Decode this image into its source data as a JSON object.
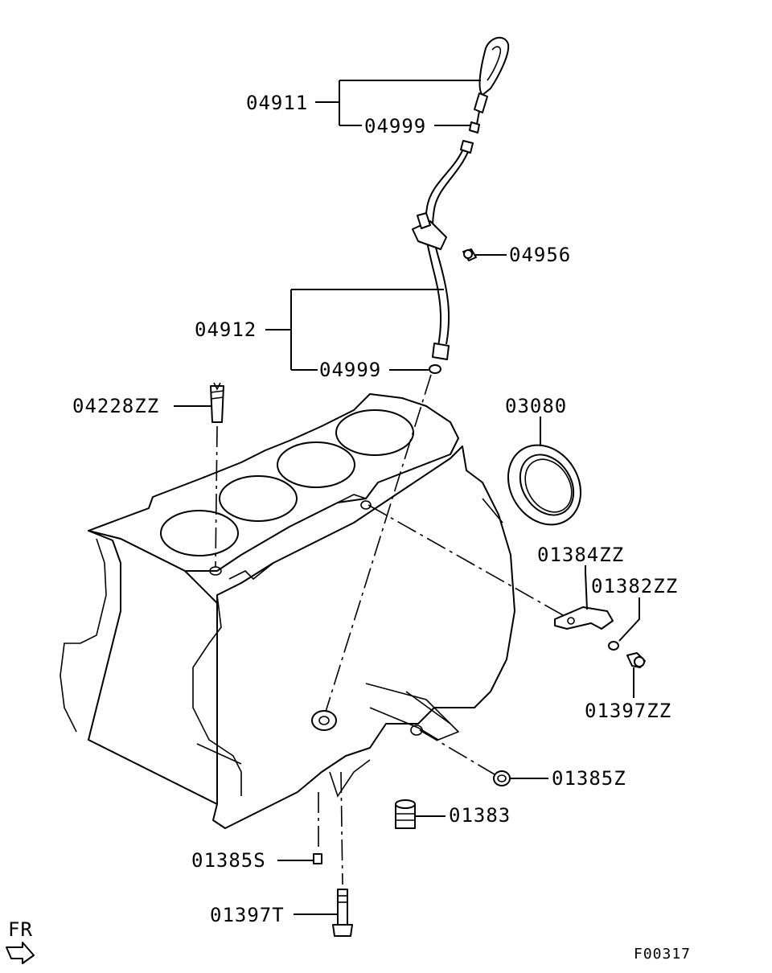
{
  "diagram": {
    "drawing_code": "F00317",
    "orientation_label": "FR",
    "parts": [
      {
        "id": "p04911",
        "code": "04911"
      },
      {
        "id": "p04999a",
        "code": "04999"
      },
      {
        "id": "p04956",
        "code": "04956"
      },
      {
        "id": "p04912",
        "code": "04912"
      },
      {
        "id": "p04999b",
        "code": "04999"
      },
      {
        "id": "p04228",
        "code": "04228ZZ"
      },
      {
        "id": "p03080",
        "code": "03080"
      },
      {
        "id": "p01384",
        "code": "01384ZZ"
      },
      {
        "id": "p01382",
        "code": "01382ZZ"
      },
      {
        "id": "p01397zz",
        "code": "01397ZZ"
      },
      {
        "id": "p01385z",
        "code": "01385Z"
      },
      {
        "id": "p01383",
        "code": "01383"
      },
      {
        "id": "p01385s",
        "code": "01385S"
      },
      {
        "id": "p01397t",
        "code": "01397T"
      }
    ]
  }
}
